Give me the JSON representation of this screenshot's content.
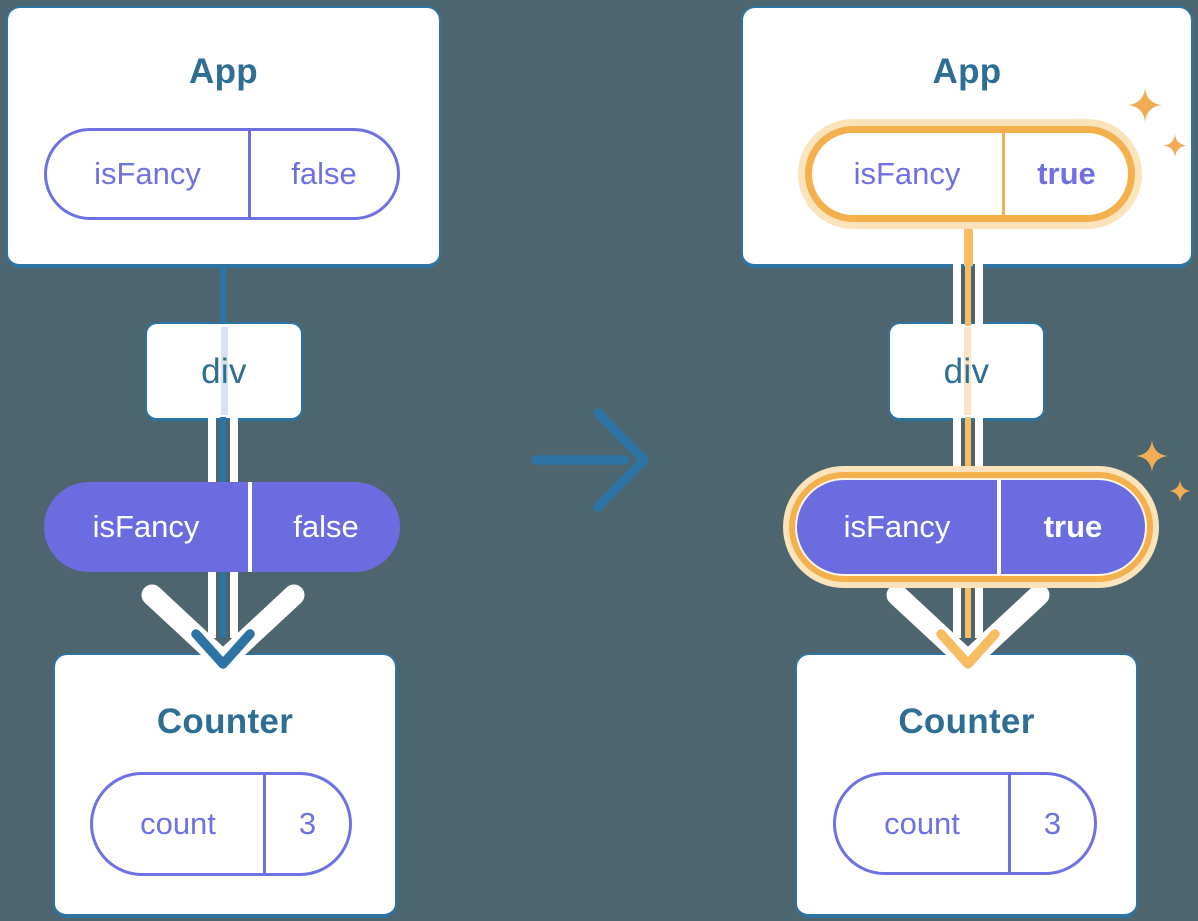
{
  "colors": {
    "background": "#4D656E",
    "line_blue": "#2D73A3",
    "title_text": "#2D6E95",
    "purple_fill": "#6A6CDF",
    "purple_text": "#6E71E2",
    "highlight_orange": "#F5B04E",
    "highlight_glow": "#FBE3BC",
    "white": "#FFFFFF"
  },
  "before": {
    "app_card": {
      "title": "App",
      "pill": {
        "name": "isFancy",
        "value": "false"
      }
    },
    "div_box": {
      "label": "div"
    },
    "passed_pill": {
      "name": "isFancy",
      "value": "false"
    },
    "counter_card": {
      "title": "Counter",
      "pill": {
        "name": "count",
        "value": "3"
      }
    }
  },
  "after": {
    "app_card": {
      "title": "App",
      "pill": {
        "name": "isFancy",
        "value": "true"
      }
    },
    "div_box": {
      "label": "div"
    },
    "passed_pill": {
      "name": "isFancy",
      "value": "true"
    },
    "counter_card": {
      "title": "Counter",
      "pill": {
        "name": "count",
        "value": "3"
      }
    }
  },
  "icons": {
    "transition_arrow": "right-arrow",
    "flow_arrow": "down-arrow",
    "sparkles": "sparkles"
  }
}
